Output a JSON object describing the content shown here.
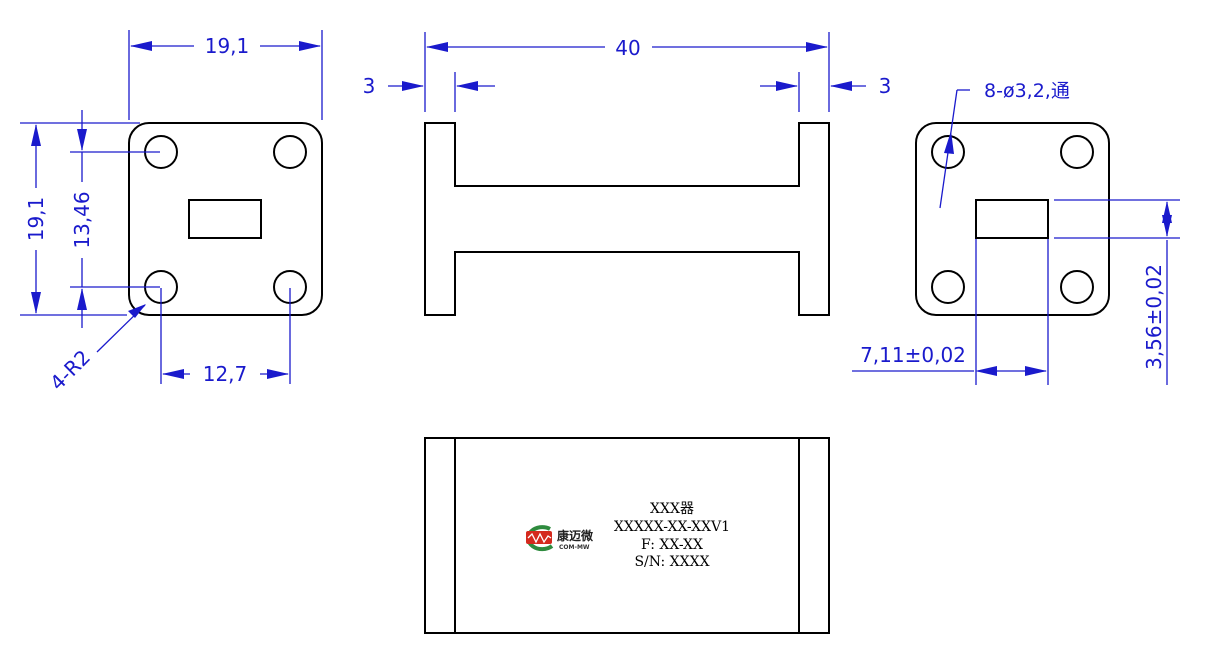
{
  "views": {
    "left": {
      "dim_top_width": "19,1",
      "dim_left_height": "19,1",
      "dim_hole_vertical_spacing": "13,46",
      "dim_hole_horizontal_spacing": "12,7",
      "dim_corner_radius": "4-R2"
    },
    "front": {
      "dim_overall_length": "40",
      "dim_left_flange": "3",
      "dim_right_flange": "3"
    },
    "right": {
      "dim_holes": "8-ø3,2,通",
      "dim_aperture_width": "7,11±0,02",
      "dim_aperture_height": "3,56±0,02"
    },
    "bottom": {
      "label_line_1": "XXX器",
      "label_line_2": "XXXXX-XX-XXV1",
      "label_line_3": "F: XX-XX",
      "label_line_4": "S/N: XXXX",
      "logo_name": "康迈微",
      "logo_sub": "COM-MW",
      "logo_mark": "MW"
    }
  },
  "colors": {
    "part_outline": "#000000",
    "dimension": "#1a1acc",
    "logo_green": "#2e8b3e",
    "logo_red": "#d42a1e"
  }
}
